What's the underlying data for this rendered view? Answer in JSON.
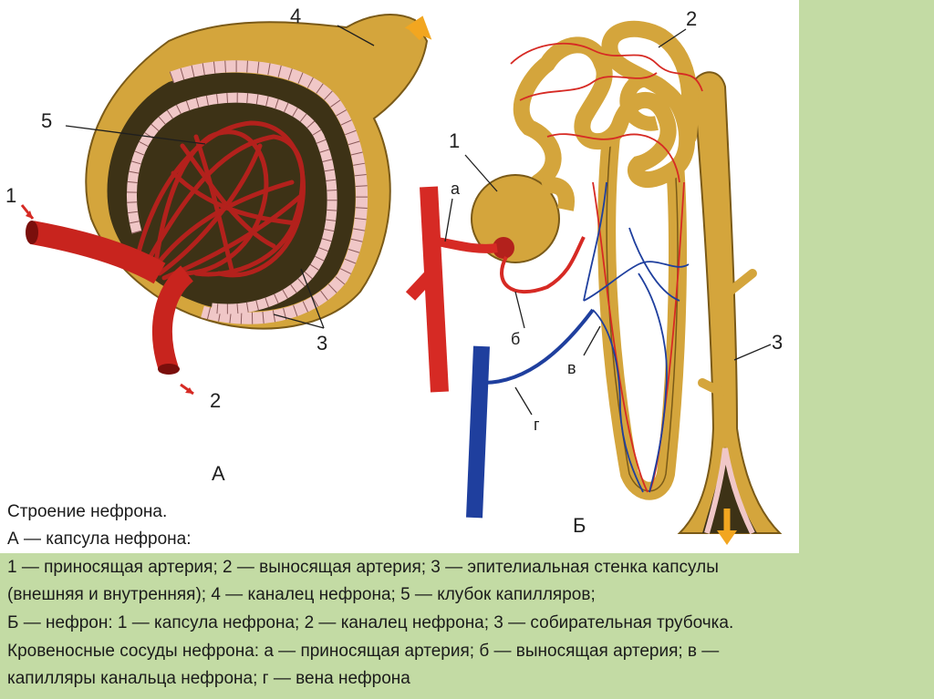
{
  "colors": {
    "background": "#ffffff",
    "side_panel": "#c3dba4",
    "tubule": "#d4a53c",
    "artery": "#d62a24",
    "vein": "#1f3f9e",
    "epithelium": "#f0c7c7",
    "arrow": "#f2a620"
  },
  "figure_a": {
    "panel_label": "А",
    "labels": {
      "l1": "1",
      "l2": "2",
      "l3": "3",
      "l4": "4",
      "l5": "5"
    }
  },
  "figure_b": {
    "panel_label": "Б",
    "labels": {
      "n1": "1",
      "n2": "2",
      "n3": "3",
      "a": "а",
      "b": "б",
      "v": "в",
      "g": "г"
    }
  },
  "caption": {
    "line1": "Строение нефрона.",
    "line2": "А — капсула нефрона:",
    "line3": " 1 — приносящая артерия; 2 — выносящая артерия; 3 — эпителиальная стенка капсулы",
    "line4": "(внешняя и внутренняя); 4 — каналец нефрона; 5 — клубок капилляров;",
    "line5": "Б — нефрон: 1 — капсула нефрона; 2 — каналец нефрона; 3 — собирательная трубочка.",
    "line6": "Кровеносные сосуды нефрона: а — приносящая артерия; б — выносящая артерия; в —",
    "line7": "капилляры канальца нефрона; г — вена нефрона"
  }
}
